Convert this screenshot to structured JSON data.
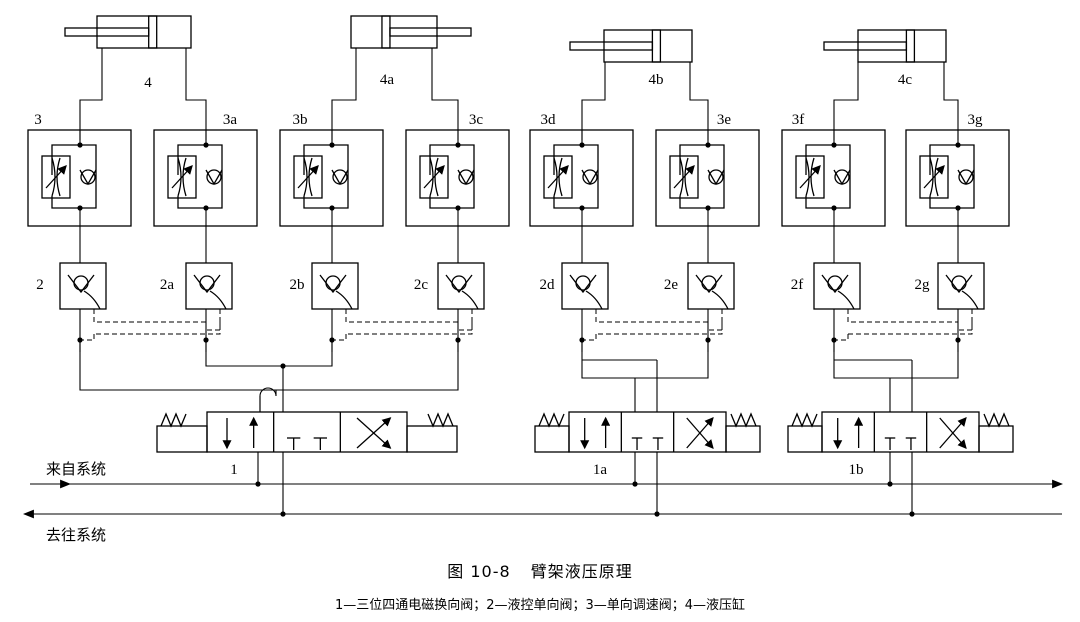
{
  "cylinders": [
    {
      "label": "4",
      "rod": "left"
    },
    {
      "label": "4a",
      "rod": "right"
    },
    {
      "label": "4b",
      "rod": "left"
    },
    {
      "label": "4c",
      "rod": "left"
    }
  ],
  "speed_valves": [
    "3",
    "3a",
    "3b",
    "3c",
    "3d",
    "3e",
    "3f",
    "3g"
  ],
  "check_valves": [
    "2",
    "2a",
    "2b",
    "2c",
    "2d",
    "2e",
    "2f",
    "2g"
  ],
  "directional_valves": [
    "1",
    "1a",
    "1b"
  ],
  "lines": {
    "supply_label": "来自系统",
    "return_label": "去往系统"
  },
  "caption": {
    "figure_number": "图 10-8",
    "title": "臂架液压原理",
    "legend": "1—三位四通电磁换向阀；2—液控单向阀；3—单向调速阀；4—液压缸"
  }
}
